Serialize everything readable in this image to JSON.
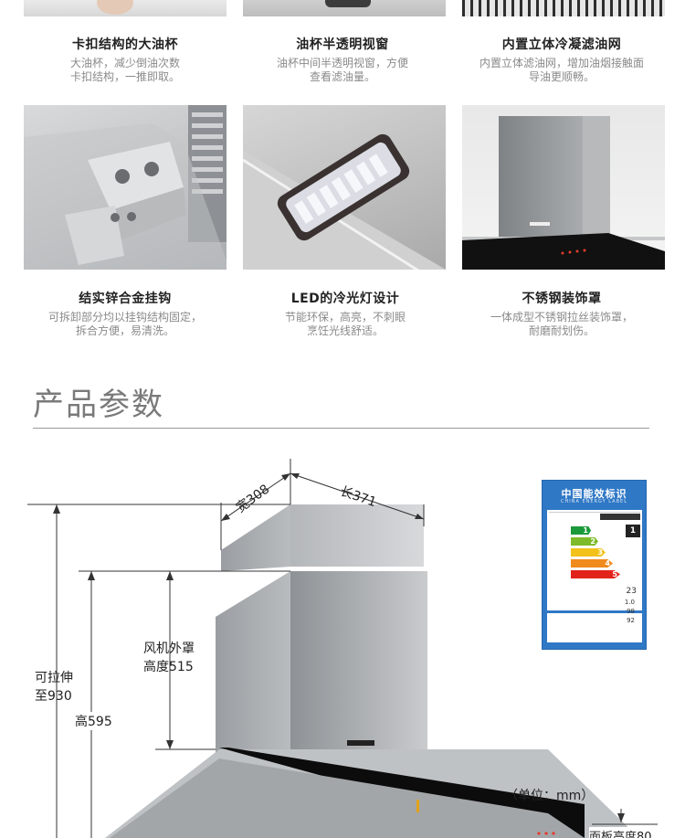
{
  "features_row1": [
    {
      "title": "卡扣结构的大油杯",
      "desc1": "大油杯，减少倒油次数",
      "desc2": "卡扣结构，一推即取。"
    },
    {
      "title": "油杯半透明视窗",
      "desc1": "油杯中间半透明视窗，方便",
      "desc2": "查看滤油量。"
    },
    {
      "title": "内置立体冷凝滤油网",
      "desc1": "内置立体滤油网，增加油烟接触面",
      "desc2": "导油更顺畅。"
    }
  ],
  "features_row2": [
    {
      "title": "结实锌合金挂钩",
      "desc1": "可拆卸部分均以挂钩结构固定，",
      "desc2": "拆合方便，易清洗。"
    },
    {
      "title": "LED的冷光灯设计",
      "desc1": "节能环保，高亮，不刺眼",
      "desc2": "烹饪光线舒适。"
    },
    {
      "title": "不锈钢装饰罩",
      "desc1": "一体成型不锈钢拉丝装饰罩，",
      "desc2": "耐磨耐划伤。"
    }
  ],
  "params": {
    "section_title": "产品参数",
    "width": "宽308",
    "length": "长371",
    "fan_cover_line1": "风机外罩",
    "fan_cover_line2": "高度515",
    "stretch_line1": "可拉伸",
    "stretch_line2": "至930",
    "height": "高595",
    "unit": "（单位：mm）",
    "panel": "面板高度80"
  },
  "energy_label": {
    "title": "中国能效标识",
    "subtitle": "CHINA ENERGY LABEL",
    "grades": [
      "1",
      "2",
      "3",
      "4",
      "5"
    ],
    "current_grade": "1",
    "value_main": "23",
    "values": [
      "1.0",
      "98",
      "92"
    ]
  },
  "colors": {
    "label_blue": "#2f78c6",
    "grade_colors": [
      "#1a9a3a",
      "#7dbb2a",
      "#f2c21a",
      "#f08a1c",
      "#e2231a"
    ]
  }
}
